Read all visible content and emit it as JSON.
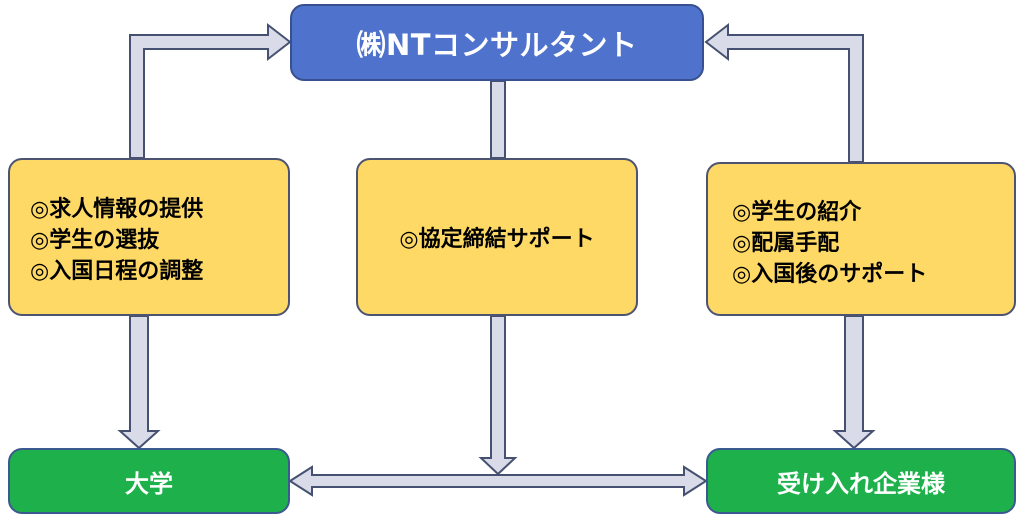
{
  "diagram": {
    "top": {
      "label": "㈱NTコンサルタント"
    },
    "left_box": {
      "items": [
        "◎求人情報の提供",
        "◎学生の選抜",
        "◎入国日程の調整"
      ]
    },
    "center_box": {
      "label": "◎協定締結サポート"
    },
    "right_box": {
      "items": [
        "◎学生の紹介",
        "◎配属手配",
        "◎入国後のサポート"
      ]
    },
    "bottom_left": {
      "label": "大学"
    },
    "bottom_right": {
      "label": "受け入れ企業様"
    }
  },
  "colors": {
    "blue_box": "#4f73cc",
    "yellow_box": "#ffd966",
    "green_box": "#1eb14b",
    "arrow_fill": "#d9dce8",
    "arrow_stroke": "#465171"
  }
}
